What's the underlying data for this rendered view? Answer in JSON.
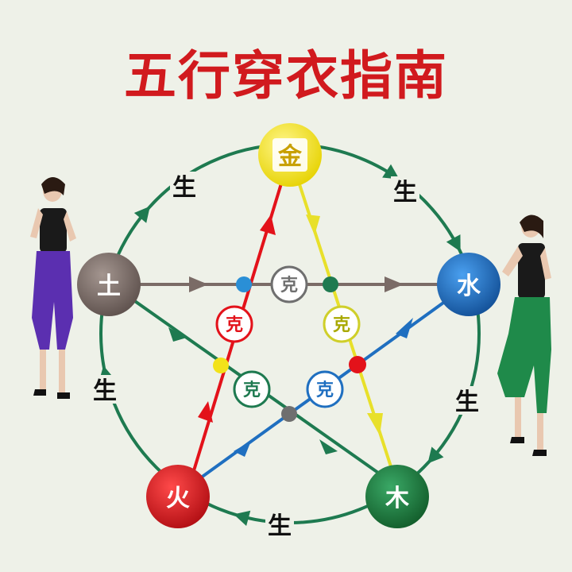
{
  "title": "五行穿衣指南",
  "elements": {
    "metal": {
      "label": "金",
      "color": "#f2e21a",
      "text_color": "#c8a000"
    },
    "water": {
      "label": "水",
      "color": "#1f6fc0",
      "text_color": "#ffffff"
    },
    "wood": {
      "label": "木",
      "color": "#1f7a3a",
      "text_color": "#ffffff"
    },
    "fire": {
      "label": "火",
      "color": "#e3121a",
      "text_color": "#ffffff"
    },
    "earth": {
      "label": "土",
      "color": "#7a6b66",
      "text_color": "#ffffff"
    }
  },
  "generate_label": "生",
  "control_label": "克",
  "colors": {
    "circle": "#1e7a50",
    "generate_arrow": "#1e7a50",
    "line_metal_earth": "#e3121a",
    "line_metal_wood": "#e8e02a",
    "line_earth_water": "#7a6b66",
    "line_water_fire": "#1f6fc0",
    "line_wood_earth": "#1e7a50",
    "ke_ring_red": "#e3121a",
    "ke_ring_yellow": "#cfcf2a",
    "ke_ring_gray": "#6f6f6f",
    "ke_ring_green": "#1e7a50",
    "ke_ring_blue": "#1f6fc0"
  },
  "figures": {
    "left": {
      "top": "#1a1a1a",
      "pants": "#5b2fb0"
    },
    "right": {
      "top": "#1a1a1a",
      "pants": "#1f8a4a"
    }
  }
}
